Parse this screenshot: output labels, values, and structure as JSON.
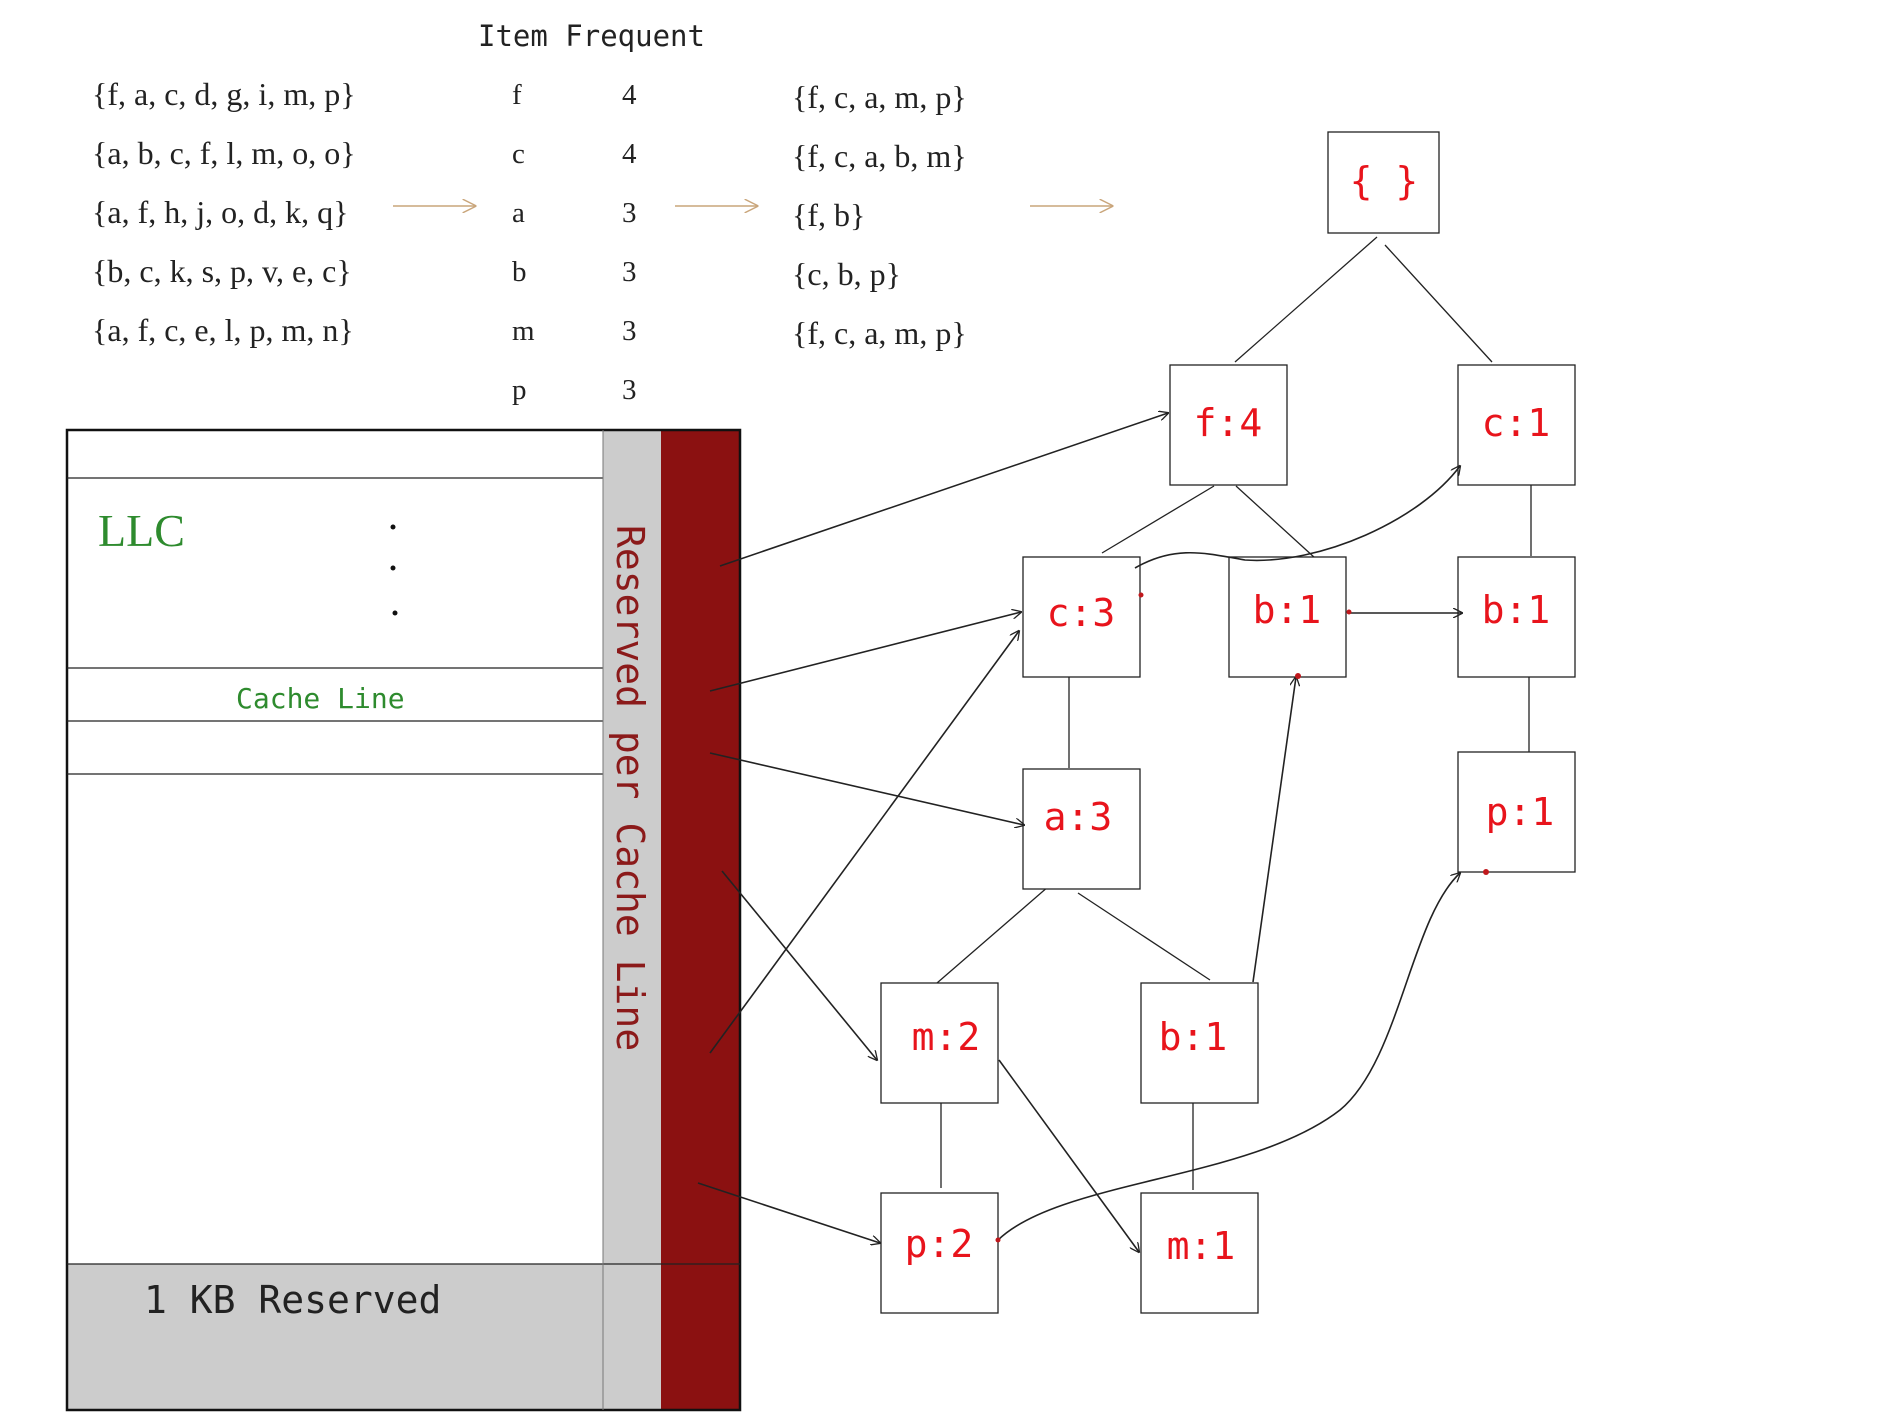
{
  "transactions": [
    "{f, a, c, d, g, i, m, p}",
    "{a, b, c, f, l, m, o, o}",
    "{a, f, h, j, o, d, k, q}",
    "{b, c, k, s, p, v, e, c}",
    "{a, f, c, e, l, p, m, n}"
  ],
  "frequency_header": "Item Frequent",
  "frequency_table": [
    {
      "item": "f",
      "count": "4"
    },
    {
      "item": "c",
      "count": "4"
    },
    {
      "item": "a",
      "count": "3"
    },
    {
      "item": "b",
      "count": "3"
    },
    {
      "item": "m",
      "count": "3"
    },
    {
      "item": "p",
      "count": "3"
    }
  ],
  "ordered_transactions": [
    "{f, c, a, m, p}",
    "{f, c, a, b, m}",
    "{f, b}",
    "{c, b, p}",
    "{f, c, a, m, p}"
  ],
  "llc": {
    "title": "LLC",
    "cache_line_label": "Cache Line",
    "reserved_per_line_label": "Reserved per Cache Line",
    "reserved_block_label": "1 KB Reserved"
  },
  "tree_nodes": {
    "root": "{ }",
    "f4": "f:4",
    "c1_top": "c:1",
    "c3": "c:3",
    "b1_mid": "b:1",
    "b1_right": "b:1",
    "p1_right": "p:1",
    "a3": "a:3",
    "m2": "m:2",
    "b1_low": "b:1",
    "p2": "p:2",
    "m1": "m:1"
  },
  "colors": {
    "node_text": "#e8141c",
    "llc_text": "#2e8b2e",
    "reserved_bar": "#8b1111",
    "reserved_text": "#8b1a1a",
    "reserved_gray": "#cccccc",
    "arrow_step": "#c9a57a"
  }
}
